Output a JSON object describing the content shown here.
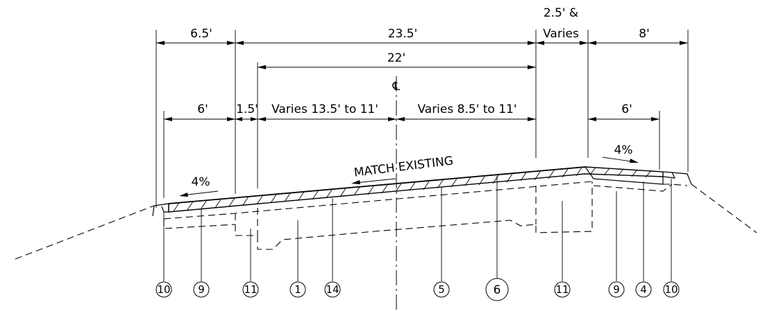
{
  "dimensions": {
    "top_left": "6.5'",
    "top_middle": "23.5'",
    "top_right_line1": "2.5' &",
    "top_right_line2": "Varies",
    "top_far_right": "8'",
    "second_middle": "22'",
    "lower_left": "6'",
    "lower_offset": "1.5'",
    "lower_left_lane": "Varies 13.5' to 11'",
    "lower_right_lane": "Varies 8.5' to 11'",
    "lower_right": "6'"
  },
  "centerline_symbol": "℄",
  "slopes": {
    "left": "4%",
    "right": "4%"
  },
  "note": "MATCH EXISTING",
  "callouts": [
    "10",
    "9",
    "11",
    "1",
    "14",
    "5",
    "6",
    "11",
    "9",
    "4",
    "10"
  ],
  "colors": {
    "ink": "#000000",
    "background": "#ffffff"
  }
}
